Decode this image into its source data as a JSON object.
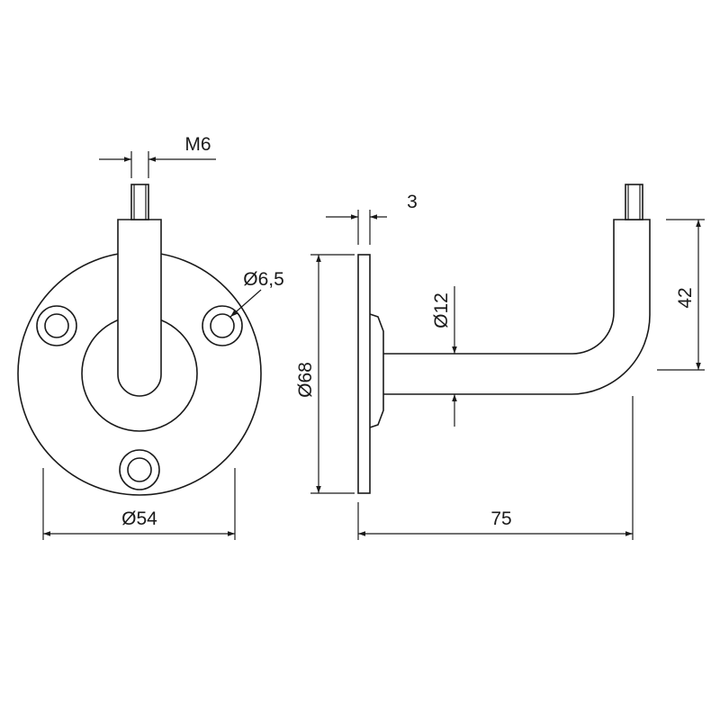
{
  "drawing": {
    "line_color": "#1a1a1a",
    "background": "#ffffff",
    "labels": {
      "thread": "M6",
      "hole_diameter": "Ø6,5",
      "plate_diameter_front": "Ø54",
      "plate_thickness": "3",
      "bar_diameter": "Ø12",
      "plate_diameter_side": "Ø68",
      "post_height": "42",
      "projection": "75"
    }
  }
}
